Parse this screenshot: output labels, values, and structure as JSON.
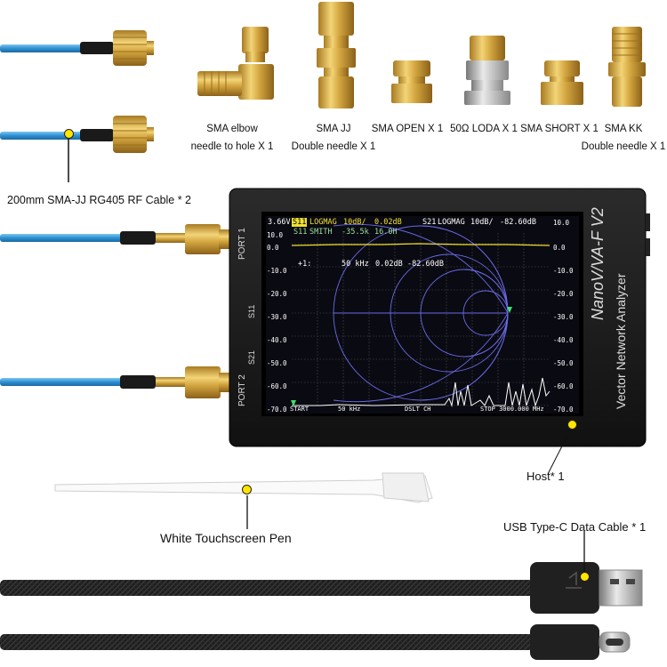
{
  "colors": {
    "cable_blue": "#3aa0dc",
    "gold": "#d9b04a",
    "device_black": "#1c1c1c",
    "screen_bg": "#0a0a12",
    "trace_yellow": "#f0e030",
    "trace_white": "#ffffff",
    "smith_blue": "#6a6ae8",
    "callout_dot": "#ffe600"
  },
  "accessories": {
    "elbow": {
      "line1": "SMA elbow",
      "line2": "needle to hole  X 1"
    },
    "jj": {
      "line1": "SMA JJ",
      "line2": "Double needle X 1"
    },
    "open": {
      "line1": "SMA OPEN X 1"
    },
    "load": {
      "line1": "50Ω LODA X 1"
    },
    "short": {
      "line1": "SMA SHORT X 1"
    },
    "kk": {
      "line1": "SMA KK",
      "line2": "Double needle X 1"
    }
  },
  "callouts": {
    "rf_cable": "200mm SMA-JJ RG405 RF Cable * 2",
    "host": "Host* 1",
    "pen": "White Touchscreen Pen",
    "usb": "USB Type-C Data Cable * 1"
  },
  "device": {
    "brand_line1": "NanoV/VA-F V2",
    "brand_line2": "Vector Network Analyzer",
    "port1": "PORT 1",
    "port2": "PORT 2",
    "s11": "S11",
    "s21": "S21"
  },
  "screen": {
    "header": {
      "battery": "3.66V",
      "s11_tag": "S11",
      "s11_mode": "LOGMAG",
      "s11_scale": "10dB/",
      "s11_value": "0.02dB",
      "s21_tag": "S21",
      "s21_mode": "LOGMAG",
      "s21_scale": "10dB/",
      "s21_value": "-82.60dB",
      "smith_tag": "S11",
      "smith_mode": "SMITH",
      "smith_value": "-35.5k",
      "smith_value2": "16.0H"
    },
    "marker": {
      "label": "+1:",
      "freq": "50 kHz",
      "v1": "0.02dB",
      "v2": "-82.60dB"
    },
    "footer": {
      "start": "START",
      "start_freq": "50 kHz",
      "mid": "DSLT CH",
      "stop": "STOP 3000.000 MHz"
    },
    "y_left": [
      "10.0",
      "0.0",
      "-10.0",
      "-20.0",
      "-30.0",
      "-40.0",
      "-50.0",
      "-60.0",
      "-70.0"
    ],
    "y_right": [
      "10.0",
      "0.0",
      "-10.0",
      "-20.0",
      "-30.0",
      "-40.0",
      "-50.0",
      "-60.0",
      "-70.0"
    ]
  }
}
